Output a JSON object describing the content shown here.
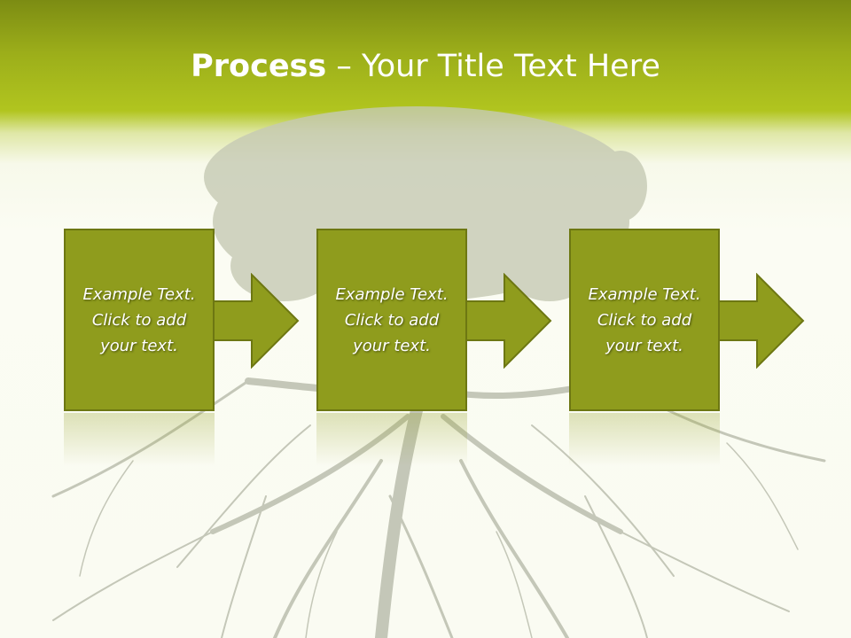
{
  "slide": {
    "title_bold": "Process",
    "title_rest": " – Your Title Text Here"
  },
  "steps": [
    {
      "text": "Example Text.\nClick  to add\nyour text."
    },
    {
      "text": "Example Text.\nClick  to add\nyour text."
    },
    {
      "text": "Example Text.\nClick  to add\nyour text."
    }
  ],
  "colors": {
    "header_green": "#9cae1a",
    "box_fill": "#8f9c1d",
    "box_border": "#6d7712",
    "tree_gray": "#c8cbb8"
  },
  "decorations": [
    "tree-canopy-image",
    "tree-roots-image"
  ]
}
